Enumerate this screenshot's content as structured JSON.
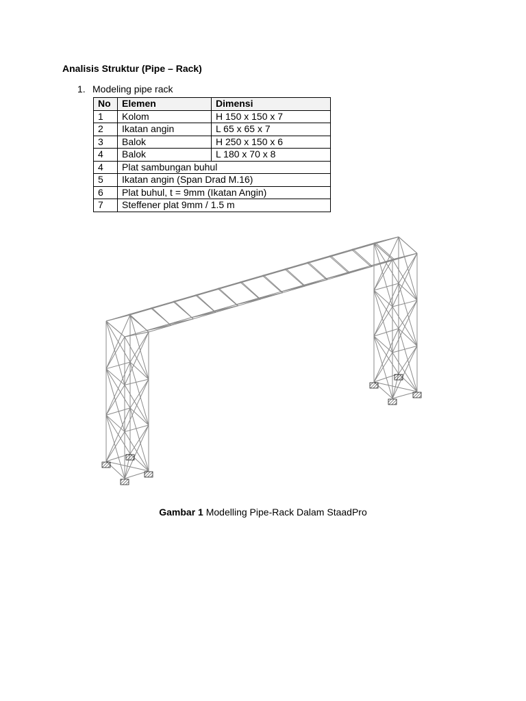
{
  "heading": "Analisis Struktur (Pipe – Rack)",
  "list": {
    "number": "1.",
    "text": "Modeling pipe rack"
  },
  "table": {
    "headers": [
      "No",
      "Elemen",
      "Dimensi"
    ],
    "rows": [
      {
        "no": "1",
        "elemen": "Kolom",
        "dimensi": "H 150 x 150 x 7"
      },
      {
        "no": "2",
        "elemen": "Ikatan angin",
        "dimensi": "L 65 x 65 x 7"
      },
      {
        "no": "3",
        "elemen": "Balok",
        "dimensi": "H 250 x 150 x 6"
      },
      {
        "no": "4",
        "elemen": "Balok",
        "dimensi": "L 180 x 70 x 8"
      },
      {
        "no": "4",
        "elemen": "Plat sambungan buhul"
      },
      {
        "no": "5",
        "elemen": "Ikatan angin (Span Drad M.16)"
      },
      {
        "no": "6",
        "elemen": "Plat buhul, t = 9mm (Ikatan Angin)"
      },
      {
        "no": "7",
        "elemen": "Steffener plat 9mm / 1.5 m"
      }
    ]
  },
  "caption": {
    "label": "Gambar 1",
    "text": "Modelling Pipe-Rack Dalam StaadPro"
  }
}
